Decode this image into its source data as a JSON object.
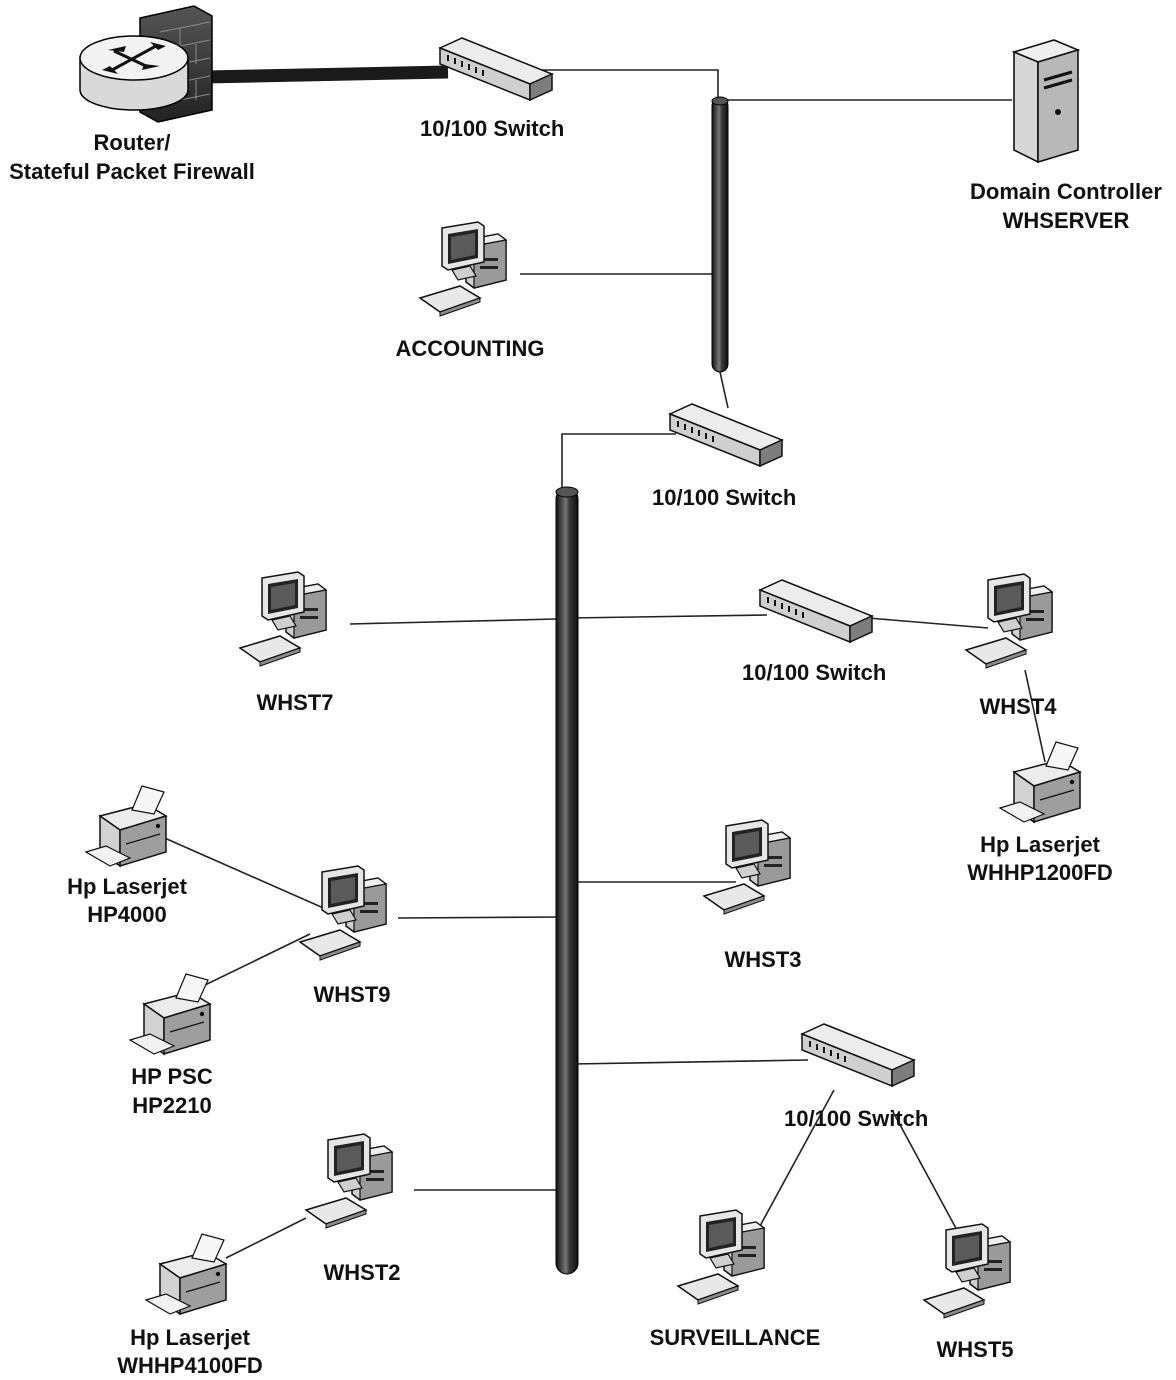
{
  "labels": {
    "router_line1": "Router/",
    "router_line2": "Stateful Packet Firewall",
    "switch_top": "10/100 Switch",
    "domain_controller_line1": "Domain Controller",
    "domain_controller_line2": "WHSERVER",
    "accounting": "ACCOUNTING",
    "switch_mid": "10/100 Switch",
    "switch_right": "10/100 Switch",
    "whst7": "WHST7",
    "whst4": "WHST4",
    "printer_whhp1200_line1": "Hp Laserjet",
    "printer_whhp1200_line2": "WHHP1200FD",
    "printer_hp4000_line1": "Hp Laserjet",
    "printer_hp4000_line2": "HP4000",
    "whst9": "WHST9",
    "whst3": "WHST3",
    "printer_hp2210_line1": "HP PSC",
    "printer_hp2210_line2": "HP2210",
    "switch_bottom": "10/100 Switch",
    "whst2": "WHST2",
    "printer_whhp4100_line1": "Hp Laserjet",
    "printer_whhp4100_line2": "WHHP4100FD",
    "surveillance": "SURVEILLANCE",
    "whst5": "WHST5"
  },
  "icons": {
    "router": "router-firewall-icon",
    "switch": "switch-icon",
    "server": "server-icon",
    "workstation": "workstation-icon",
    "printer": "printer-icon",
    "backbone": "backbone-cable"
  }
}
